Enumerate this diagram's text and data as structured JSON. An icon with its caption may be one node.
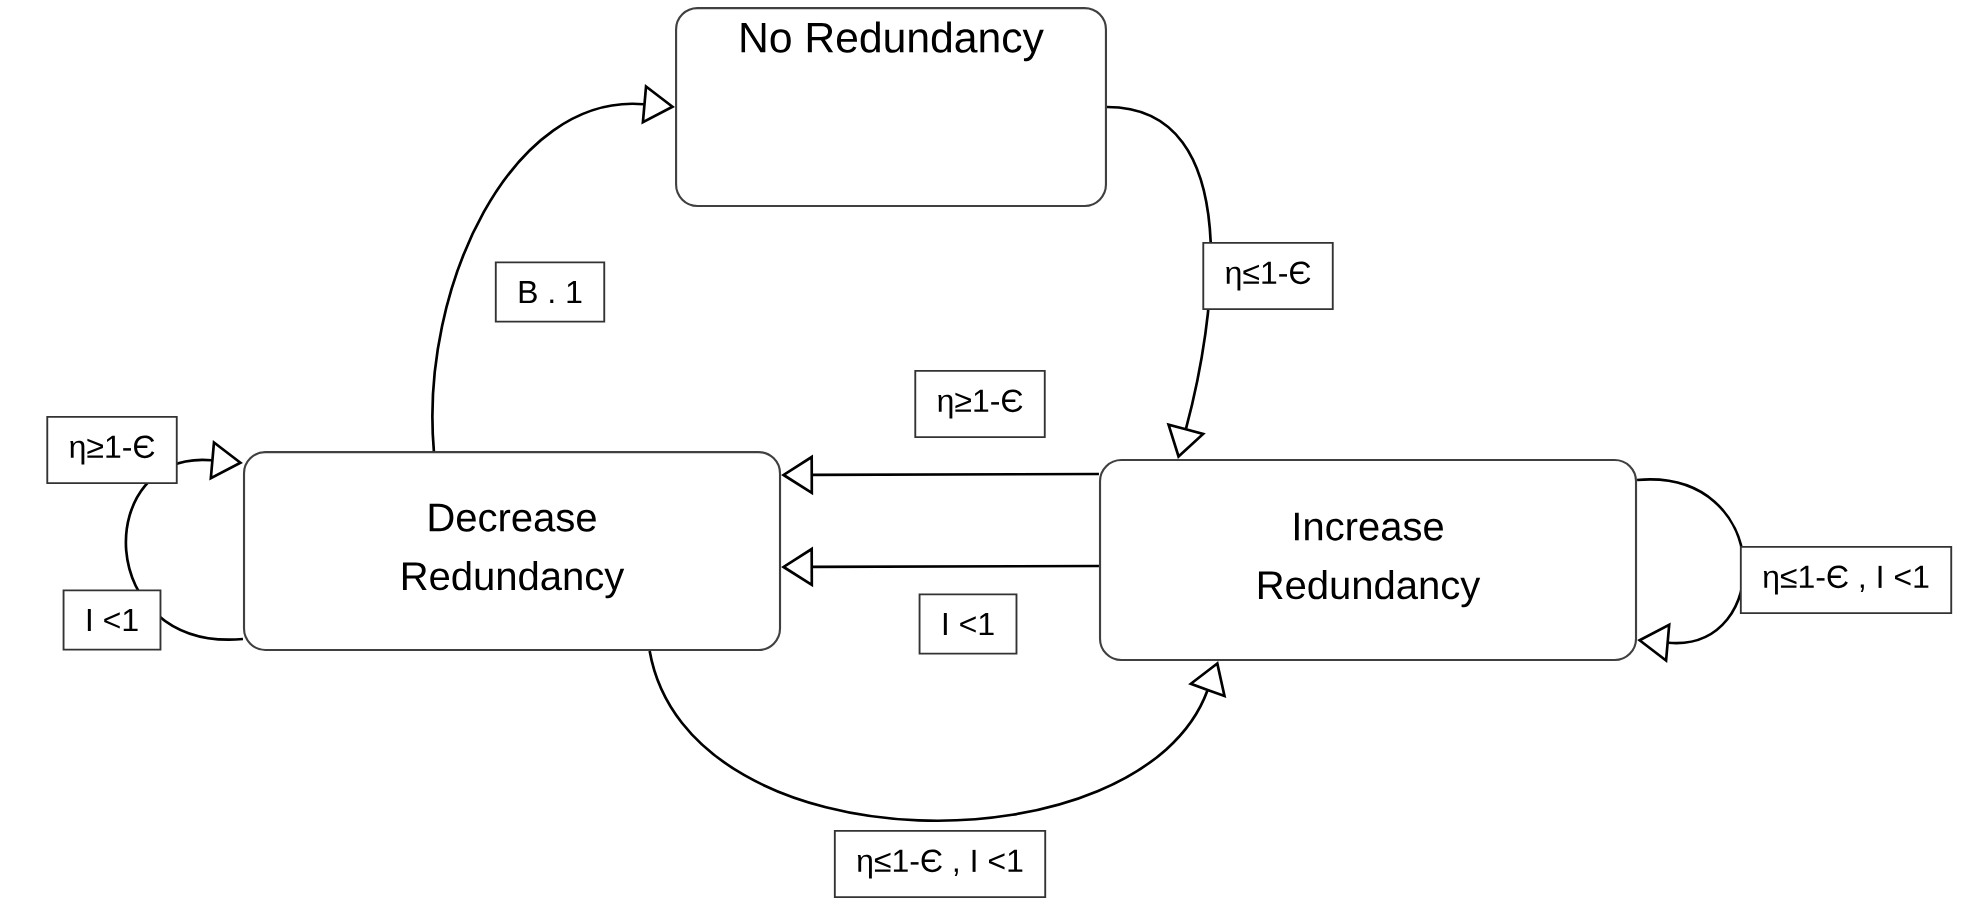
{
  "diagram": {
    "nodes": [
      {
        "text": [
          "No Redundancy"
        ]
      },
      {
        "text": [
          "Decrease Redundancy"
        ]
      },
      {
        "text": [
          "Increase Redundancy"
        ]
      }
    ],
    "edges": [
      {
        "from": 1,
        "to": 0,
        "arrow": "to",
        "label": "B . 1"
      },
      {
        "from": 0,
        "to": 2,
        "arrow": "to",
        "label": "η≤1-Є"
      },
      {
        "from": 2,
        "to": 1,
        "arrow": "to",
        "label": "η≥1-Є"
      },
      {
        "from": 2,
        "to": 1,
        "arrow": "to",
        "label": "I <1"
      },
      {
        "from": 1,
        "to": 1,
        "arrow": "to",
        "label": "η≥1-Є"
      },
      {
        "from": 2,
        "to": 2,
        "arrow": "to",
        "label": "η≤1-Є , I <1"
      },
      {
        "from": 1,
        "to": 2,
        "arrow": "to",
        "label": "η≤1-Є , I <1"
      }
    ],
    "labels": [
      "I <1"
    ]
  }
}
